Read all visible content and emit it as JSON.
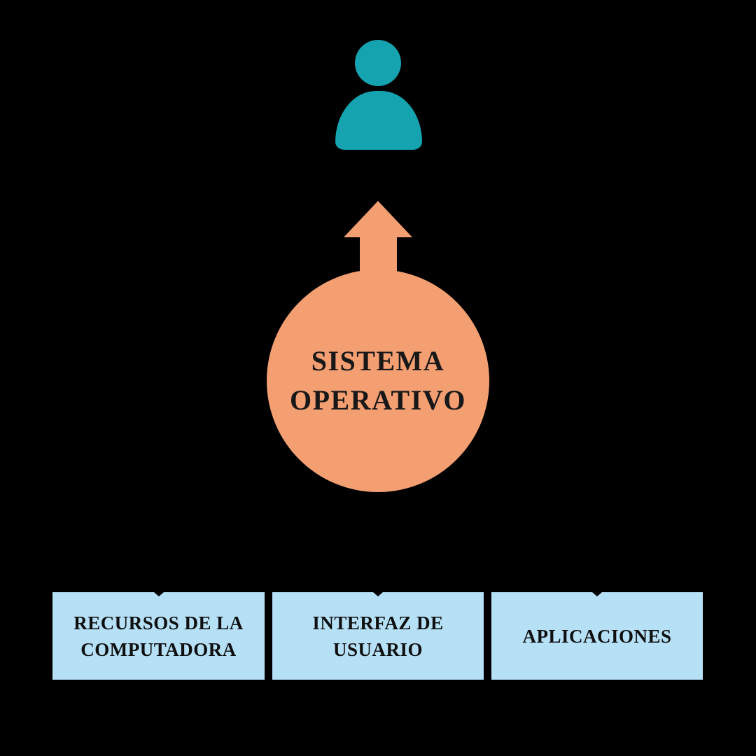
{
  "diagram": {
    "background_color": "#000000",
    "user_icon": {
      "name": "user-icon",
      "color": "#15A3B0"
    },
    "up_arrow": {
      "direction": "up",
      "color": "#F49F72"
    },
    "center_node": {
      "shape": "circle",
      "bg_color": "#F49F72",
      "text_color": "#181818",
      "lines": [
        "SISTEMA",
        "OPERATIVO"
      ]
    },
    "connector_color": "#000000",
    "box_bg_color": "#B6E0F6",
    "box_text_color": "#0f0f0f",
    "child_boxes": [
      {
        "lines": [
          "RECURSOS DE LA",
          "COMPUTADORA"
        ]
      },
      {
        "lines": [
          "INTERFAZ DE",
          "USUARIO"
        ]
      },
      {
        "lines": [
          "APLICACIONES",
          ""
        ]
      }
    ]
  }
}
